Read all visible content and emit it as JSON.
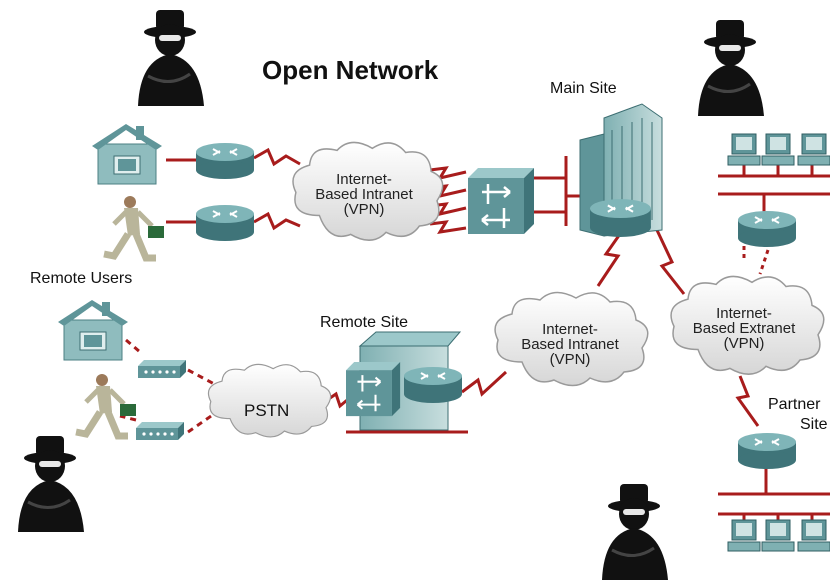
{
  "diagram": {
    "title": "Open Network",
    "labels": {
      "main_site": "Main Site",
      "remote_users": "Remote Users",
      "remote_site": "Remote Site",
      "partner_site": [
        "Partner",
        "Site"
      ],
      "pstn": "PSTN"
    },
    "clouds": [
      {
        "id": "intranet-top",
        "lines": [
          "Internet-",
          "Based Intranet",
          "(VPN)"
        ]
      },
      {
        "id": "intranet-mid",
        "lines": [
          "Internet-",
          "Based Intranet",
          "(VPN)"
        ]
      },
      {
        "id": "extranet",
        "lines": [
          "Internet-",
          "Based Extranet",
          "(VPN)"
        ]
      }
    ],
    "icons": [
      "spy-icon",
      "house-icon",
      "router-icon",
      "switch-icon",
      "building-icon",
      "modem-icon",
      "workstation-icon",
      "walking-person-icon"
    ],
    "colors": {
      "link": "#a81c1c",
      "device": "#4f8a8f",
      "cloud": "#e9e9e9",
      "spy": "#111111"
    }
  }
}
